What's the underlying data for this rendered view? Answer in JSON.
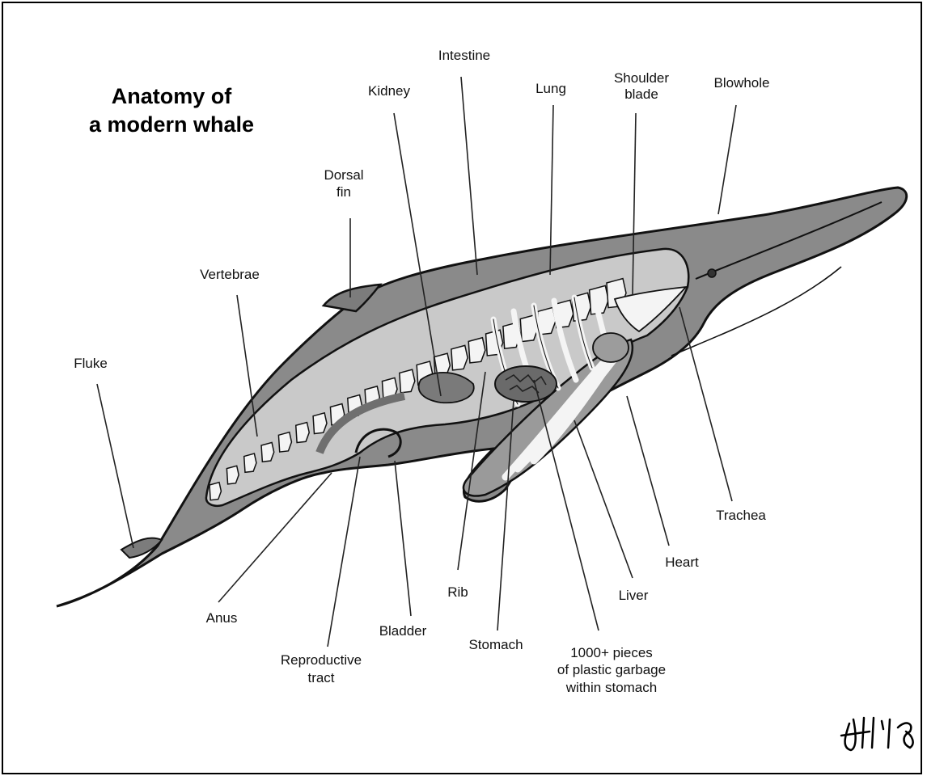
{
  "diagram": {
    "title_line1": "Anatomy of",
    "title_line2": "a modern whale",
    "labels": {
      "intestine": "Intestine",
      "kidney": "Kidney",
      "lung": "Lung",
      "shoulder_blade_1": "Shoulder",
      "shoulder_blade_2": "blade",
      "blowhole": "Blowhole",
      "dorsal_fin_1": "Dorsal",
      "dorsal_fin_2": "fin",
      "vertebrae": "Vertebrae",
      "fluke": "Fluke",
      "trachea": "Trachea",
      "heart": "Heart",
      "liver": "Liver",
      "rib": "Rib",
      "anus": "Anus",
      "bladder": "Bladder",
      "stomach": "Stomach",
      "reproductive_1": "Reproductive",
      "reproductive_2": "tract",
      "plastic_1": "1000+ pieces",
      "plastic_2": "of plastic garbage",
      "plastic_3": "within stomach"
    },
    "signature": "JH '18",
    "colors": {
      "body": "#8a8a8a",
      "body_dark": "#6f6f6f",
      "cavity": "#c9c9c9",
      "bone": "#f4f4f4",
      "outline": "#111111"
    }
  }
}
